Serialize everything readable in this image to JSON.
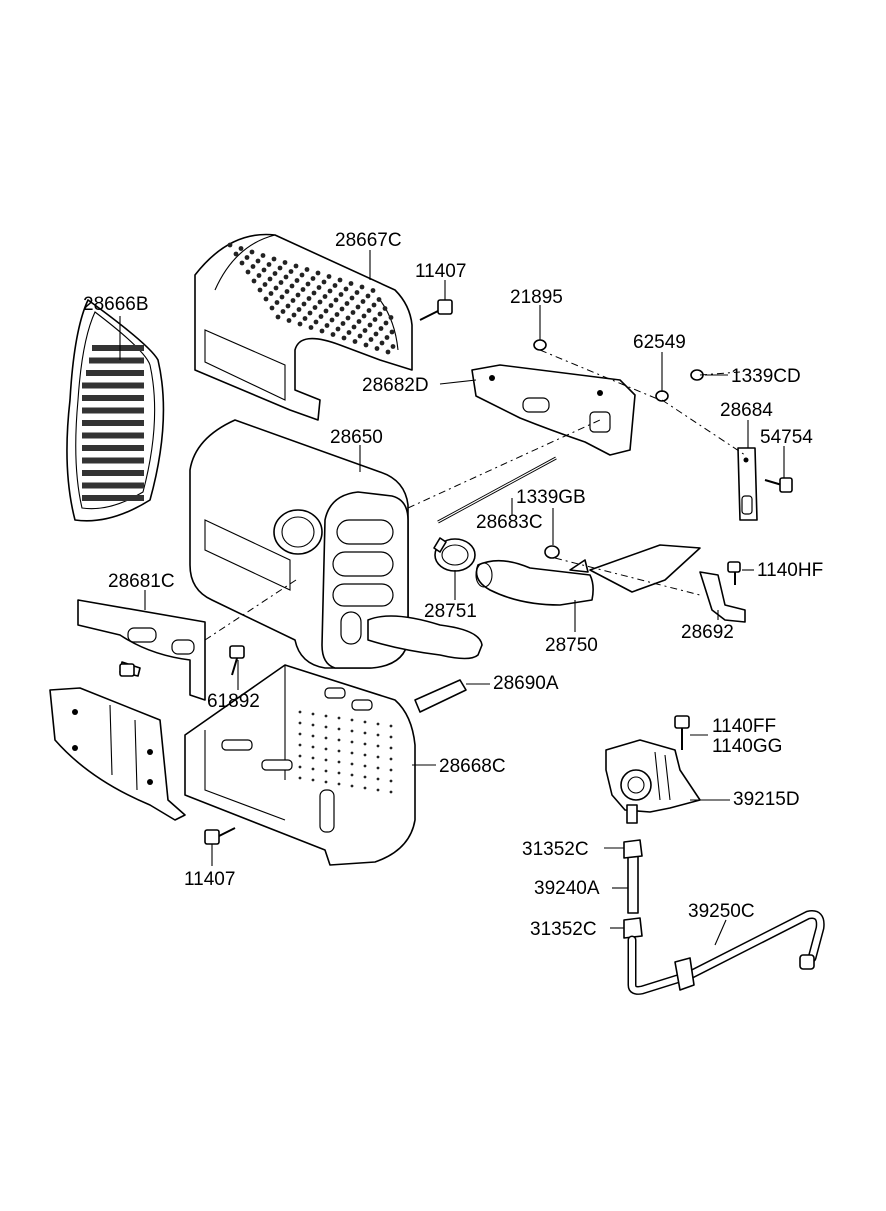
{
  "labels": {
    "p28667C": "28667C",
    "p11407_top": "11407",
    "p21895": "21895",
    "p28666B": "28666B",
    "p62549": "62549",
    "p1339CD": "1339CD",
    "p28682D": "28682D",
    "p28684": "28684",
    "p28650": "28650",
    "p54754": "54754",
    "p1339GB": "1339GB",
    "p28683C": "28683C",
    "p1140HF": "1140HF",
    "p28681C": "28681C",
    "p28751": "28751",
    "p28692": "28692",
    "p28750": "28750",
    "p28690A": "28690A",
    "p61892": "61892",
    "p1140FF": "1140FF",
    "p1140GG": "1140GG",
    "p28668C": "28668C",
    "p39215D": "39215D",
    "p31352C_top": "31352C",
    "p11407_bottom": "11407",
    "p39240A": "39240A",
    "p39250C": "39250C",
    "p31352C_bottom": "31352C"
  }
}
